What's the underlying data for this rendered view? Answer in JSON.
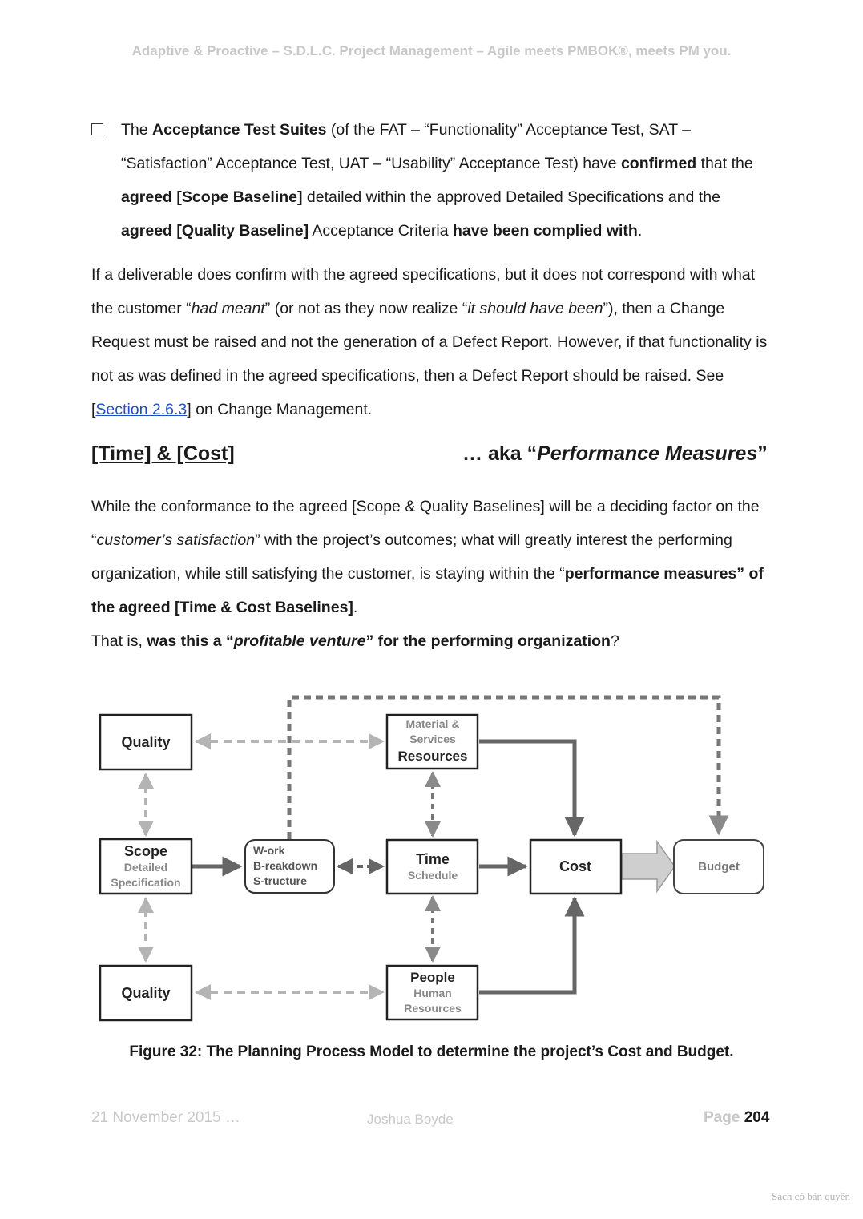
{
  "header": "Adaptive & Proactive – S.D.L.C. Project Management – Agile meets PMBOK®, meets PM you.",
  "bullet": {
    "t1": "The ",
    "b1": "Acceptance Test Suites",
    "t2": " (of the FAT – “Functionality” Acceptance Test, SAT – “Satisfaction” Acceptance Test, UAT – “Usability” Acceptance Test) have ",
    "b2": "confirmed",
    "t3": " that the ",
    "b3": "agreed [Scope Baseline]",
    "t4": " detailed within the approved Detailed Specifications and the ",
    "b4": "agreed [Quality Baseline]",
    "t5": " Acceptance Criteria ",
    "b5": "have been complied with",
    "t6": "."
  },
  "para1": {
    "t1": "If a deliverable does confirm with the agreed specifications, but it does not correspond with what the customer “",
    "i1": "had meant",
    "t2": "” (or not as they now realize “",
    "i2": "it should have been",
    "t3": "”), then a Change Request must be raised and not the generation of a Defect Report. However, if that functionality is not as was defined in the agreed specifications, then a Defect Report should be raised.  See [",
    "link": "Section 2.6.3",
    "t4": "] on Change Management."
  },
  "heading": {
    "left": "[Time] & [Cost]",
    "right_prefix": "… aka “",
    "right_italic": "Performance Measures",
    "right_suffix": "”"
  },
  "para2": {
    "t1": "While the conformance to the agreed [Scope & Quality Baselines] will be a deciding factor on the “",
    "i1": "customer’s satisfaction",
    "t2": "” with the project’s outcomes; what will greatly interest the performing organization, while still satisfying the customer, is staying within the “",
    "b1": "performance measures” of the agreed [Time & Cost Baselines]",
    "t3": "."
  },
  "para3": {
    "t1": "That is, ",
    "b1": "was this a “",
    "bi": "profitable venture",
    "b2": "” for the performing organization",
    "t2": "?"
  },
  "diagram": {
    "quality_top": "Quality",
    "resources_sub1": "Material &",
    "resources_sub2": "Services",
    "resources_title": "Resources",
    "scope_title": "Scope",
    "scope_sub1": "Detailed",
    "scope_sub2": "Specification",
    "wbs_line1": "W-ork",
    "wbs_line2": "B-reakdown",
    "wbs_line3": "S-tructure",
    "time_title": "Time",
    "time_sub": "Schedule",
    "cost": "Cost",
    "budget": "Budget",
    "quality_bottom": "Quality",
    "people_title": "People",
    "people_sub1": "Human",
    "people_sub2": "Resources"
  },
  "caption": "Figure 32: The Planning Process Model to determine the project’s Cost and Budget.",
  "footer": {
    "date": "21 November 2015 …",
    "author": "Joshua Boyde",
    "page_label": "Page ",
    "page_number": "204"
  },
  "watermark": "Sách có bản quyền"
}
